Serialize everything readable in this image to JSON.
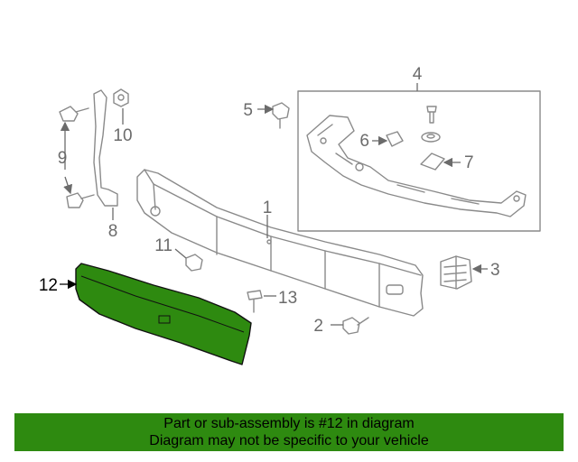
{
  "callouts": [
    "1",
    "2",
    "3",
    "4",
    "5",
    "6",
    "7",
    "8",
    "9",
    "10",
    "11",
    "12",
    "13"
  ],
  "highlight_part": "12",
  "colors": {
    "highlight": "#2e8a10",
    "banner": "#2e8a10",
    "line": "#8a8a8a"
  },
  "banner": {
    "line1": "Part or sub-assembly is #12 in diagram",
    "line2": "Diagram may not be specific to your vehicle"
  }
}
